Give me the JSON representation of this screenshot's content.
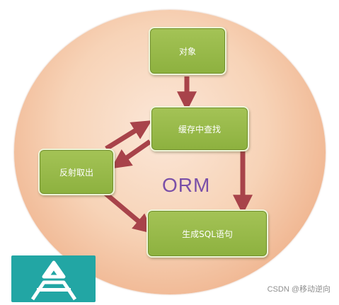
{
  "diagram": {
    "center_label": "ORM",
    "nodes": {
      "object": "对象",
      "cache_lookup": "缓存中查找",
      "reflect": "反射取出",
      "generate_sql": "生成SQL语句"
    },
    "edges": {
      "cache_to_reflect": "",
      "reflect_to_cache": "",
      "cache_to_sql": ""
    }
  },
  "watermark": "CSDN @移动逆向",
  "colors": {
    "node_fill": "#9bbb4b",
    "arrow": "#a8434a",
    "orm_text": "#7a4fa8",
    "background_circle": "#f4c4a4"
  },
  "icons": [
    "app-store-logo-icon"
  ]
}
